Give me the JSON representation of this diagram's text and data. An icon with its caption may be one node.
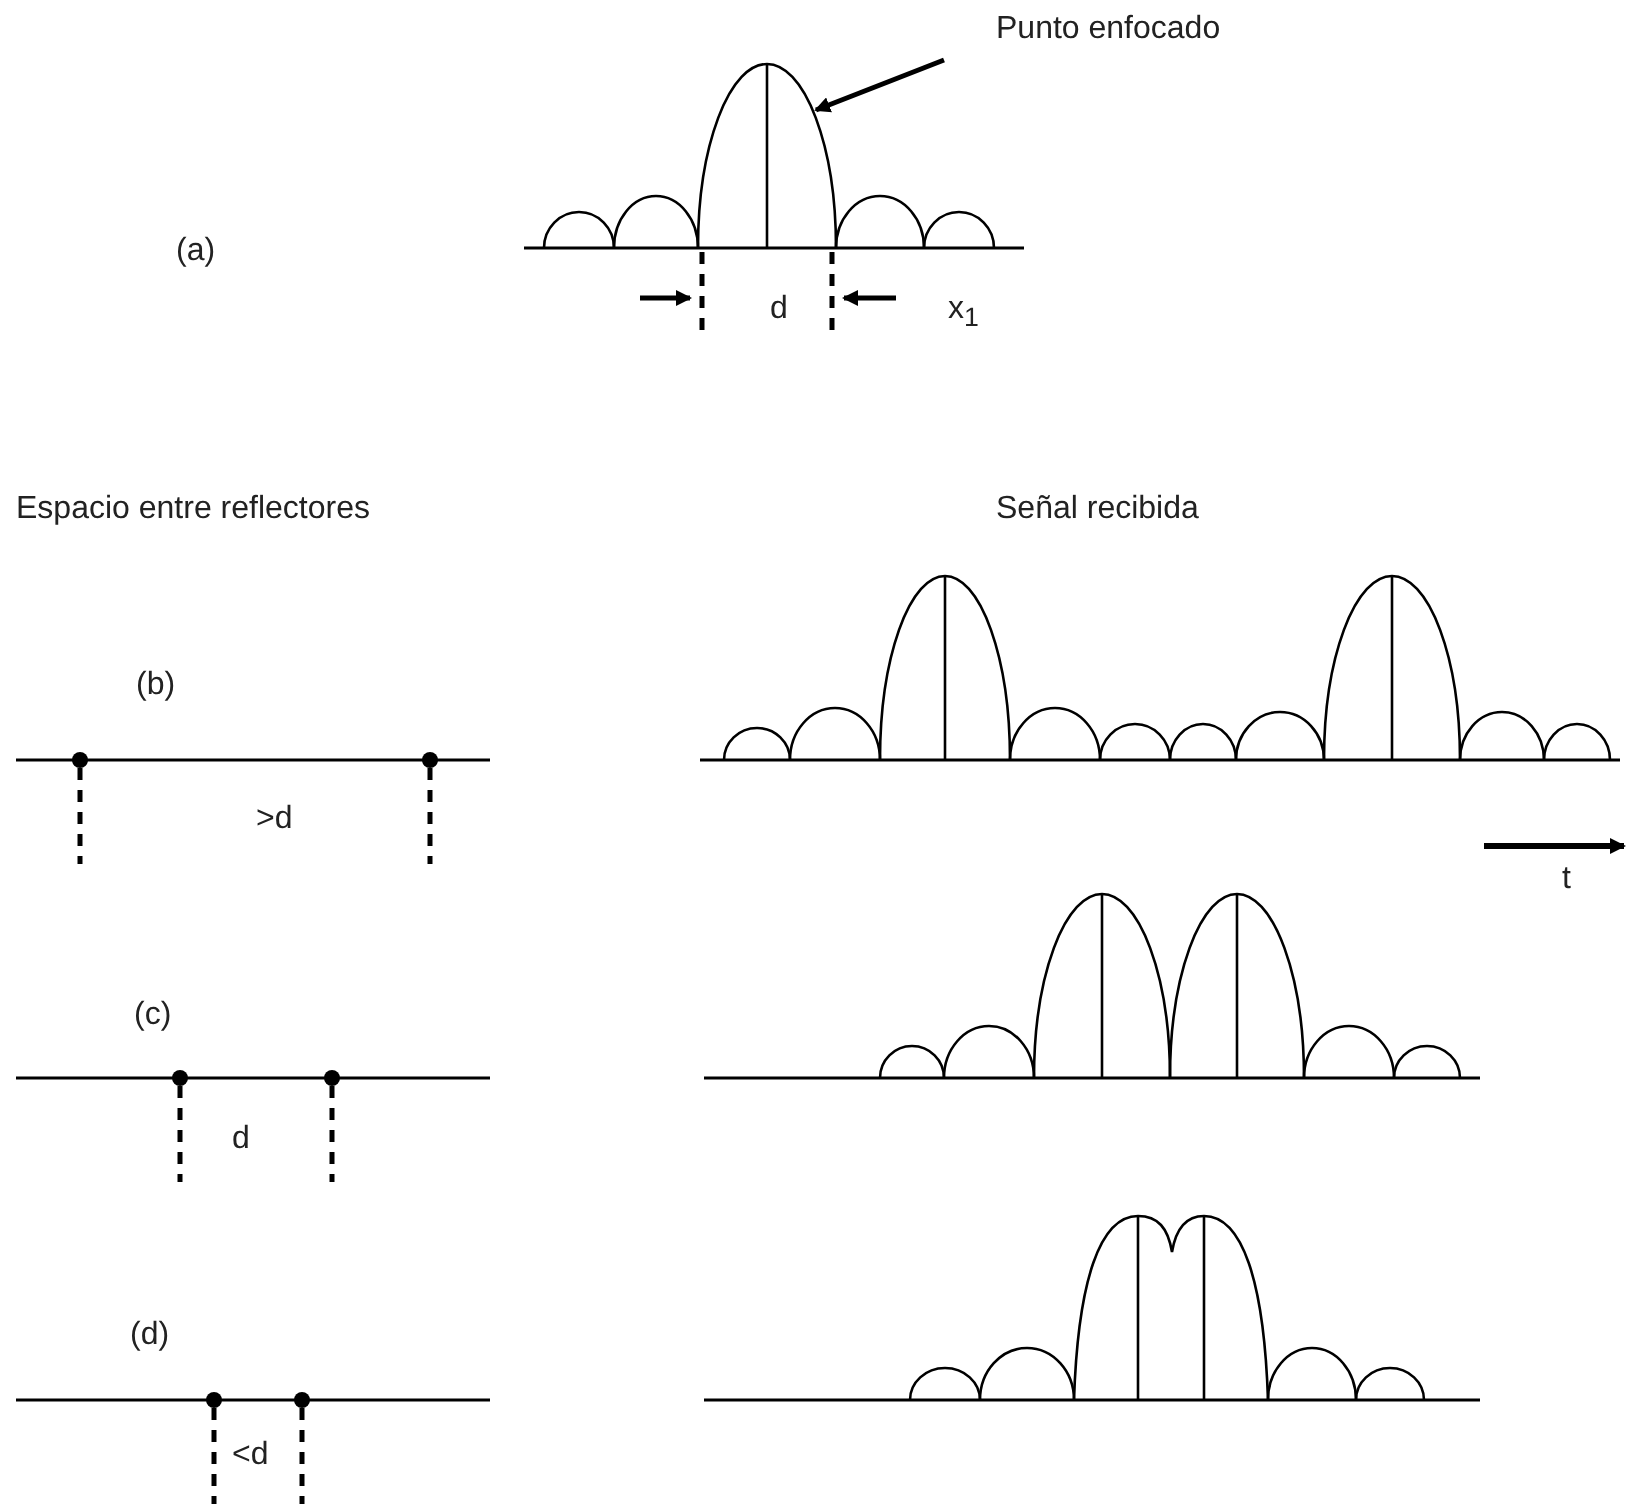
{
  "diagram": {
    "nodes": [
      {
        "text": [
          "Punto enfocado"
        ]
      },
      {
        "text": [],
        "shape": "curve"
      }
    ],
    "edges": [
      {
        "from": 0,
        "to": 1,
        "arrow": "to"
      }
    ],
    "labels": [
      "(a)",
      "d",
      "x$_{1}$",
      "Espacio entre reflectores",
      "Señal recibida",
      "(b)",
      ">d",
      "t",
      "(c)",
      "d",
      "(d)",
      "<d"
    ]
  }
}
